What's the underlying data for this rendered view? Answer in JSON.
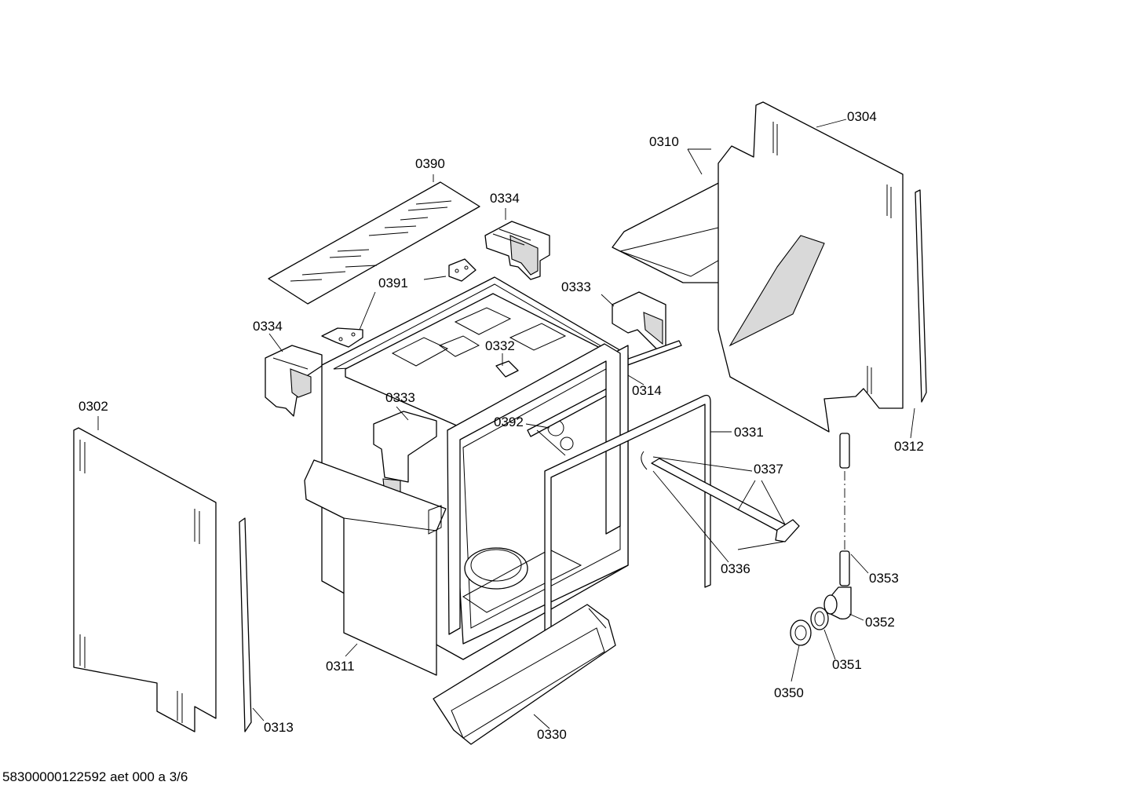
{
  "labels": {
    "p0304": "0304",
    "p0310": "0310",
    "p0390": "0390",
    "p0334a": "0334",
    "p0334b": "0334",
    "p0391": "0391",
    "p0333a": "0333",
    "p0333b": "0333",
    "p0332": "0332",
    "p0314": "0314",
    "p0392": "0392",
    "p0331": "0331",
    "p0337": "0337",
    "p0336": "0336",
    "p0302": "0302",
    "p0312": "0312",
    "p0311": "0311",
    "p0313": "0313",
    "p0330": "0330",
    "p0353": "0353",
    "p0352": "0352",
    "p0351": "0351",
    "p0350": "0350"
  },
  "footer": "58300000122592 aet 000 a 3/6"
}
